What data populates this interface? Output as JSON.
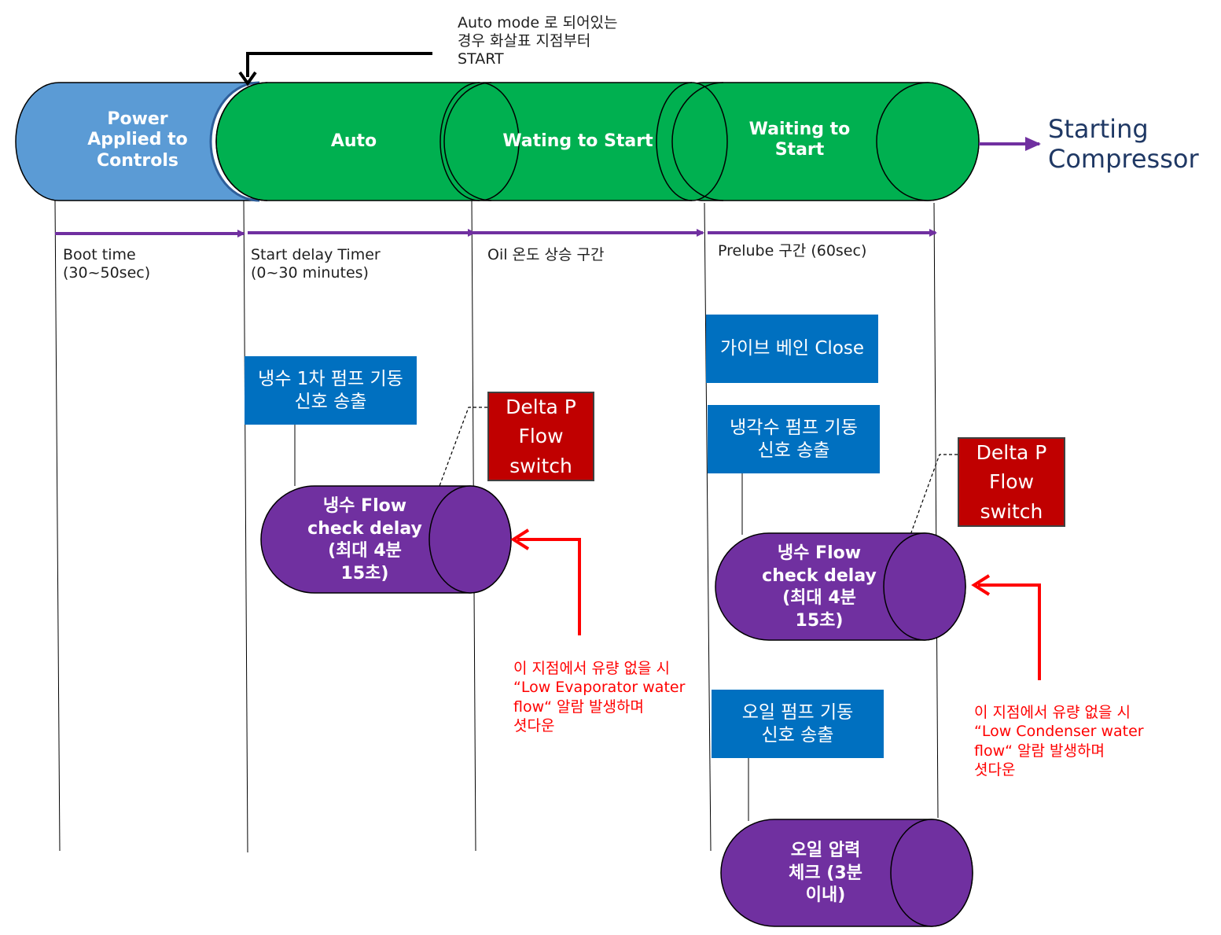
{
  "auto_note": "Auto mode 로 되어있는\n경우 화살표 지점부터\nSTART",
  "stages": {
    "power": "Power\nApplied to\nControls",
    "auto": "Auto",
    "wating": "Wating to Start",
    "waiting": "Waiting to\nStart"
  },
  "result": "Starting\nCompressor",
  "intervals": {
    "boot": "Boot time\n(30~50sec)",
    "start_delay": "Start delay Timer\n(0~30 minutes)",
    "oil_temp": "Oil 온도 상승 구간",
    "prelube": "Prelube 구간 (60sec)"
  },
  "boxes": {
    "chw_pump": "냉수 1차 펌프 기동\n신호 송출",
    "guide_vane": "가이브 베인 Close",
    "cw_pump": "냉각수 펌프 기동\n신호 송출",
    "oil_pump": "오일 펌프 기동\n신호 송출"
  },
  "switches": {
    "left": "Delta P\nFlow\nswitch",
    "right": "Delta P\nFlow\nswitch"
  },
  "cylinders": {
    "chw_check_left": "냉수 Flow\ncheck delay\n(최대 4분\n15초)",
    "chw_check_right": "냉수 Flow\ncheck delay\n(최대 4분\n15초)",
    "oil_pressure": "오일 압력\n체크 (3분\n이내)"
  },
  "alarms": {
    "evaporator": "이 지점에서 유량 없을 시\n“Low Evaporator water\nflow“ 알람 발생하며\n셧다운",
    "condenser": "이 지점에서 유량 없을 시\n“Low Condenser water\nflow“ 알람 발생하며\n셧다운"
  },
  "colors": {
    "stage_blue": "#5b9bd5",
    "stage_green": "#00b050",
    "box_blue": "#0070c0",
    "switch_red": "#c00000",
    "cylinder_purple": "#7030a0",
    "arrow_purple": "#7030a0",
    "alarm_red": "#ff0000"
  }
}
